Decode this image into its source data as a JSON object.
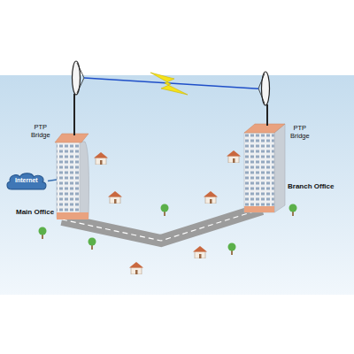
{
  "diagram": {
    "nodes": [
      {
        "text": [
          "PTP Bridge"
        ]
      },
      {
        "text": [
          "PTP Bridge"
        ]
      },
      {
        "text": [
          "Internet"
        ]
      },
      {
        "text": [
          "Main Office"
        ]
      },
      {
        "text": [
          "Branch Office"
        ]
      }
    ],
    "edges": [
      {
        "from": 0,
        "to": 1,
        "arrow": "none"
      },
      {
        "from": 2,
        "to": 3,
        "arrow": "none"
      }
    ]
  }
}
